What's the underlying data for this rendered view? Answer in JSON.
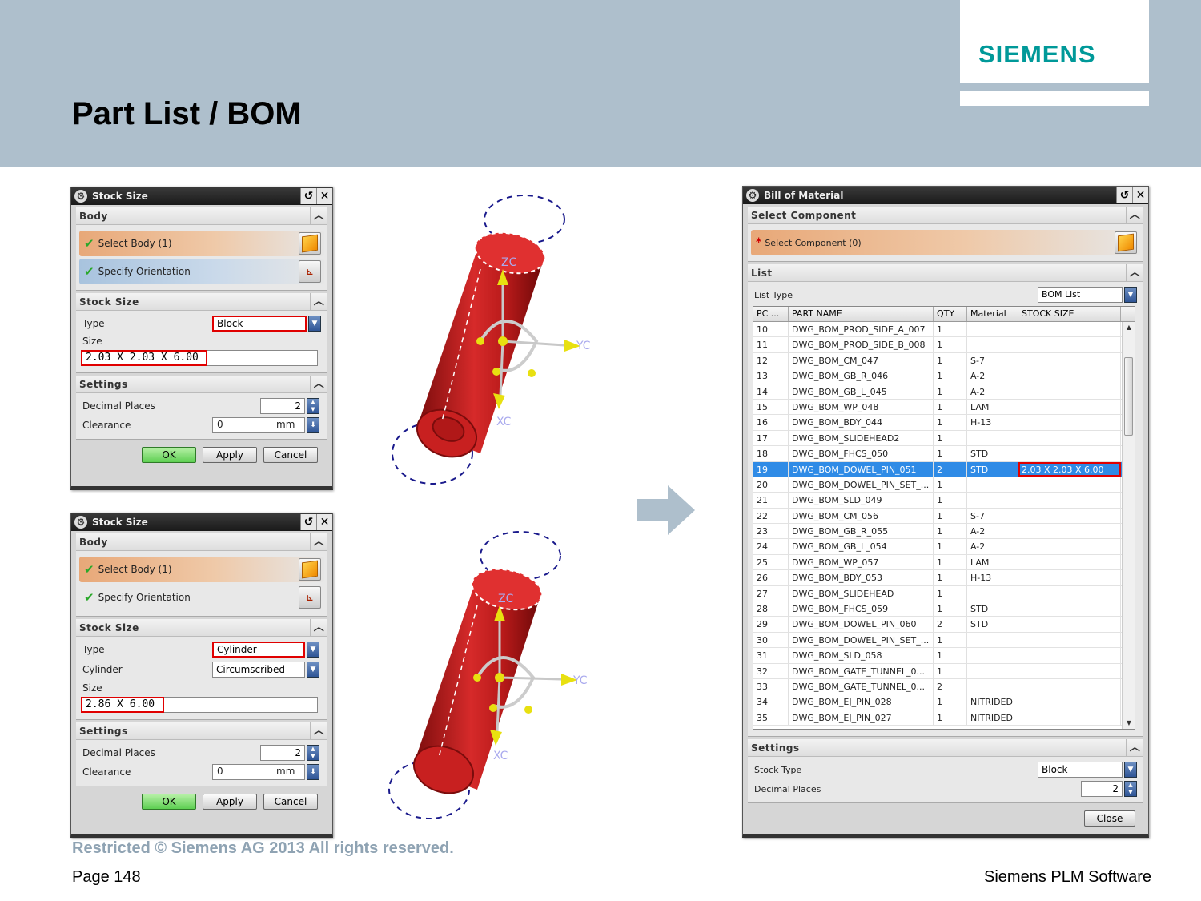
{
  "slide": {
    "title": "Part List / BOM",
    "logo": "SIEMENS",
    "restricted": "Restricted © Siemens AG 2013 All rights reserved.",
    "page": "Page 148",
    "company": "Siemens PLM Software",
    "colors": {
      "header_band": "#aebfcc",
      "logo": "#009999",
      "highlight_red": "#e00000",
      "selected_row": "#2f8be6"
    }
  },
  "dialog_block": {
    "title": "Stock Size",
    "body_section": "Body",
    "select_body": "Select Body (1)",
    "specify_orientation": "Specify Orientation",
    "stock_size_section": "Stock Size",
    "type_label": "Type",
    "type_value": "Block",
    "size_label": "Size",
    "size_value": "2.03 X 2.03 X 6.00",
    "settings_section": "Settings",
    "decimal_places_label": "Decimal Places",
    "decimal_places_value": "2",
    "clearance_label": "Clearance",
    "clearance_value": "0",
    "clearance_unit": "mm",
    "ok": "OK",
    "apply": "Apply",
    "cancel": "Cancel"
  },
  "dialog_cylinder": {
    "title": "Stock Size",
    "body_section": "Body",
    "select_body": "Select Body (1)",
    "specify_orientation": "Specify Orientation",
    "stock_size_section": "Stock Size",
    "type_label": "Type",
    "type_value": "Cylinder",
    "cylinder_label": "Cylinder",
    "cylinder_value": "Circumscribed",
    "size_label": "Size",
    "size_value": "2.86 X 6.00",
    "settings_section": "Settings",
    "decimal_places_label": "Decimal Places",
    "decimal_places_value": "2",
    "clearance_label": "Clearance",
    "clearance_value": "0",
    "clearance_unit": "mm",
    "ok": "OK",
    "apply": "Apply",
    "cancel": "Cancel"
  },
  "axes_top": {
    "zc": "ZC",
    "yc": "YC",
    "xc": "XC"
  },
  "axes_bottom": {
    "zc": "ZC",
    "yc": "YC",
    "xc": "XC"
  },
  "bom": {
    "title": "Bill of Material",
    "select_component_section": "Select Component",
    "select_component": "Select Component (0)",
    "list_section": "List",
    "list_type_label": "List Type",
    "list_type_value": "BOM List",
    "columns": [
      "PC ...",
      "PART NAME",
      "QTY",
      "Material",
      "STOCK SIZE"
    ],
    "rows": [
      [
        "10",
        "DWG_BOM_PROD_SIDE_A_007",
        "1",
        "",
        ""
      ],
      [
        "11",
        "DWG_BOM_PROD_SIDE_B_008",
        "1",
        "",
        ""
      ],
      [
        "12",
        "DWG_BOM_CM_047",
        "1",
        "S-7",
        ""
      ],
      [
        "13",
        "DWG_BOM_GB_R_046",
        "1",
        "A-2",
        ""
      ],
      [
        "14",
        "DWG_BOM_GB_L_045",
        "1",
        "A-2",
        ""
      ],
      [
        "15",
        "DWG_BOM_WP_048",
        "1",
        "LAM",
        ""
      ],
      [
        "16",
        "DWG_BOM_BDY_044",
        "1",
        "H-13",
        ""
      ],
      [
        "17",
        "DWG_BOM_SLIDEHEAD2",
        "1",
        "",
        ""
      ],
      [
        "18",
        "DWG_BOM_FHCS_050",
        "1",
        "STD",
        ""
      ],
      [
        "19",
        "DWG_BOM_DOWEL_PIN_051",
        "2",
        "STD",
        "2.03 X 2.03 X 6.00"
      ],
      [
        "20",
        "DWG_BOM_DOWEL_PIN_SET_...",
        "1",
        "",
        ""
      ],
      [
        "21",
        "DWG_BOM_SLD_049",
        "1",
        "",
        ""
      ],
      [
        "22",
        "DWG_BOM_CM_056",
        "1",
        "S-7",
        ""
      ],
      [
        "23",
        "DWG_BOM_GB_R_055",
        "1",
        "A-2",
        ""
      ],
      [
        "24",
        "DWG_BOM_GB_L_054",
        "1",
        "A-2",
        ""
      ],
      [
        "25",
        "DWG_BOM_WP_057",
        "1",
        "LAM",
        ""
      ],
      [
        "26",
        "DWG_BOM_BDY_053",
        "1",
        "H-13",
        ""
      ],
      [
        "27",
        "DWG_BOM_SLIDEHEAD",
        "1",
        "",
        ""
      ],
      [
        "28",
        "DWG_BOM_FHCS_059",
        "1",
        "STD",
        ""
      ],
      [
        "29",
        "DWG_BOM_DOWEL_PIN_060",
        "2",
        "STD",
        ""
      ],
      [
        "30",
        "DWG_BOM_DOWEL_PIN_SET_...",
        "1",
        "",
        ""
      ],
      [
        "31",
        "DWG_BOM_SLD_058",
        "1",
        "",
        ""
      ],
      [
        "32",
        "DWG_BOM_GATE_TUNNEL_0...",
        "1",
        "",
        ""
      ],
      [
        "33",
        "DWG_BOM_GATE_TUNNEL_0...",
        "2",
        "",
        ""
      ],
      [
        "34",
        "DWG_BOM_EJ_PIN_028",
        "1",
        "NITRIDED",
        ""
      ],
      [
        "35",
        "DWG_BOM_EJ_PIN_027",
        "1",
        "NITRIDED",
        ""
      ]
    ],
    "selected_row": 9,
    "settings_section": "Settings",
    "stock_type_label": "Stock Type",
    "stock_type_value": "Block",
    "decimal_places_label": "Decimal Places",
    "decimal_places_value": "2",
    "close": "Close"
  }
}
